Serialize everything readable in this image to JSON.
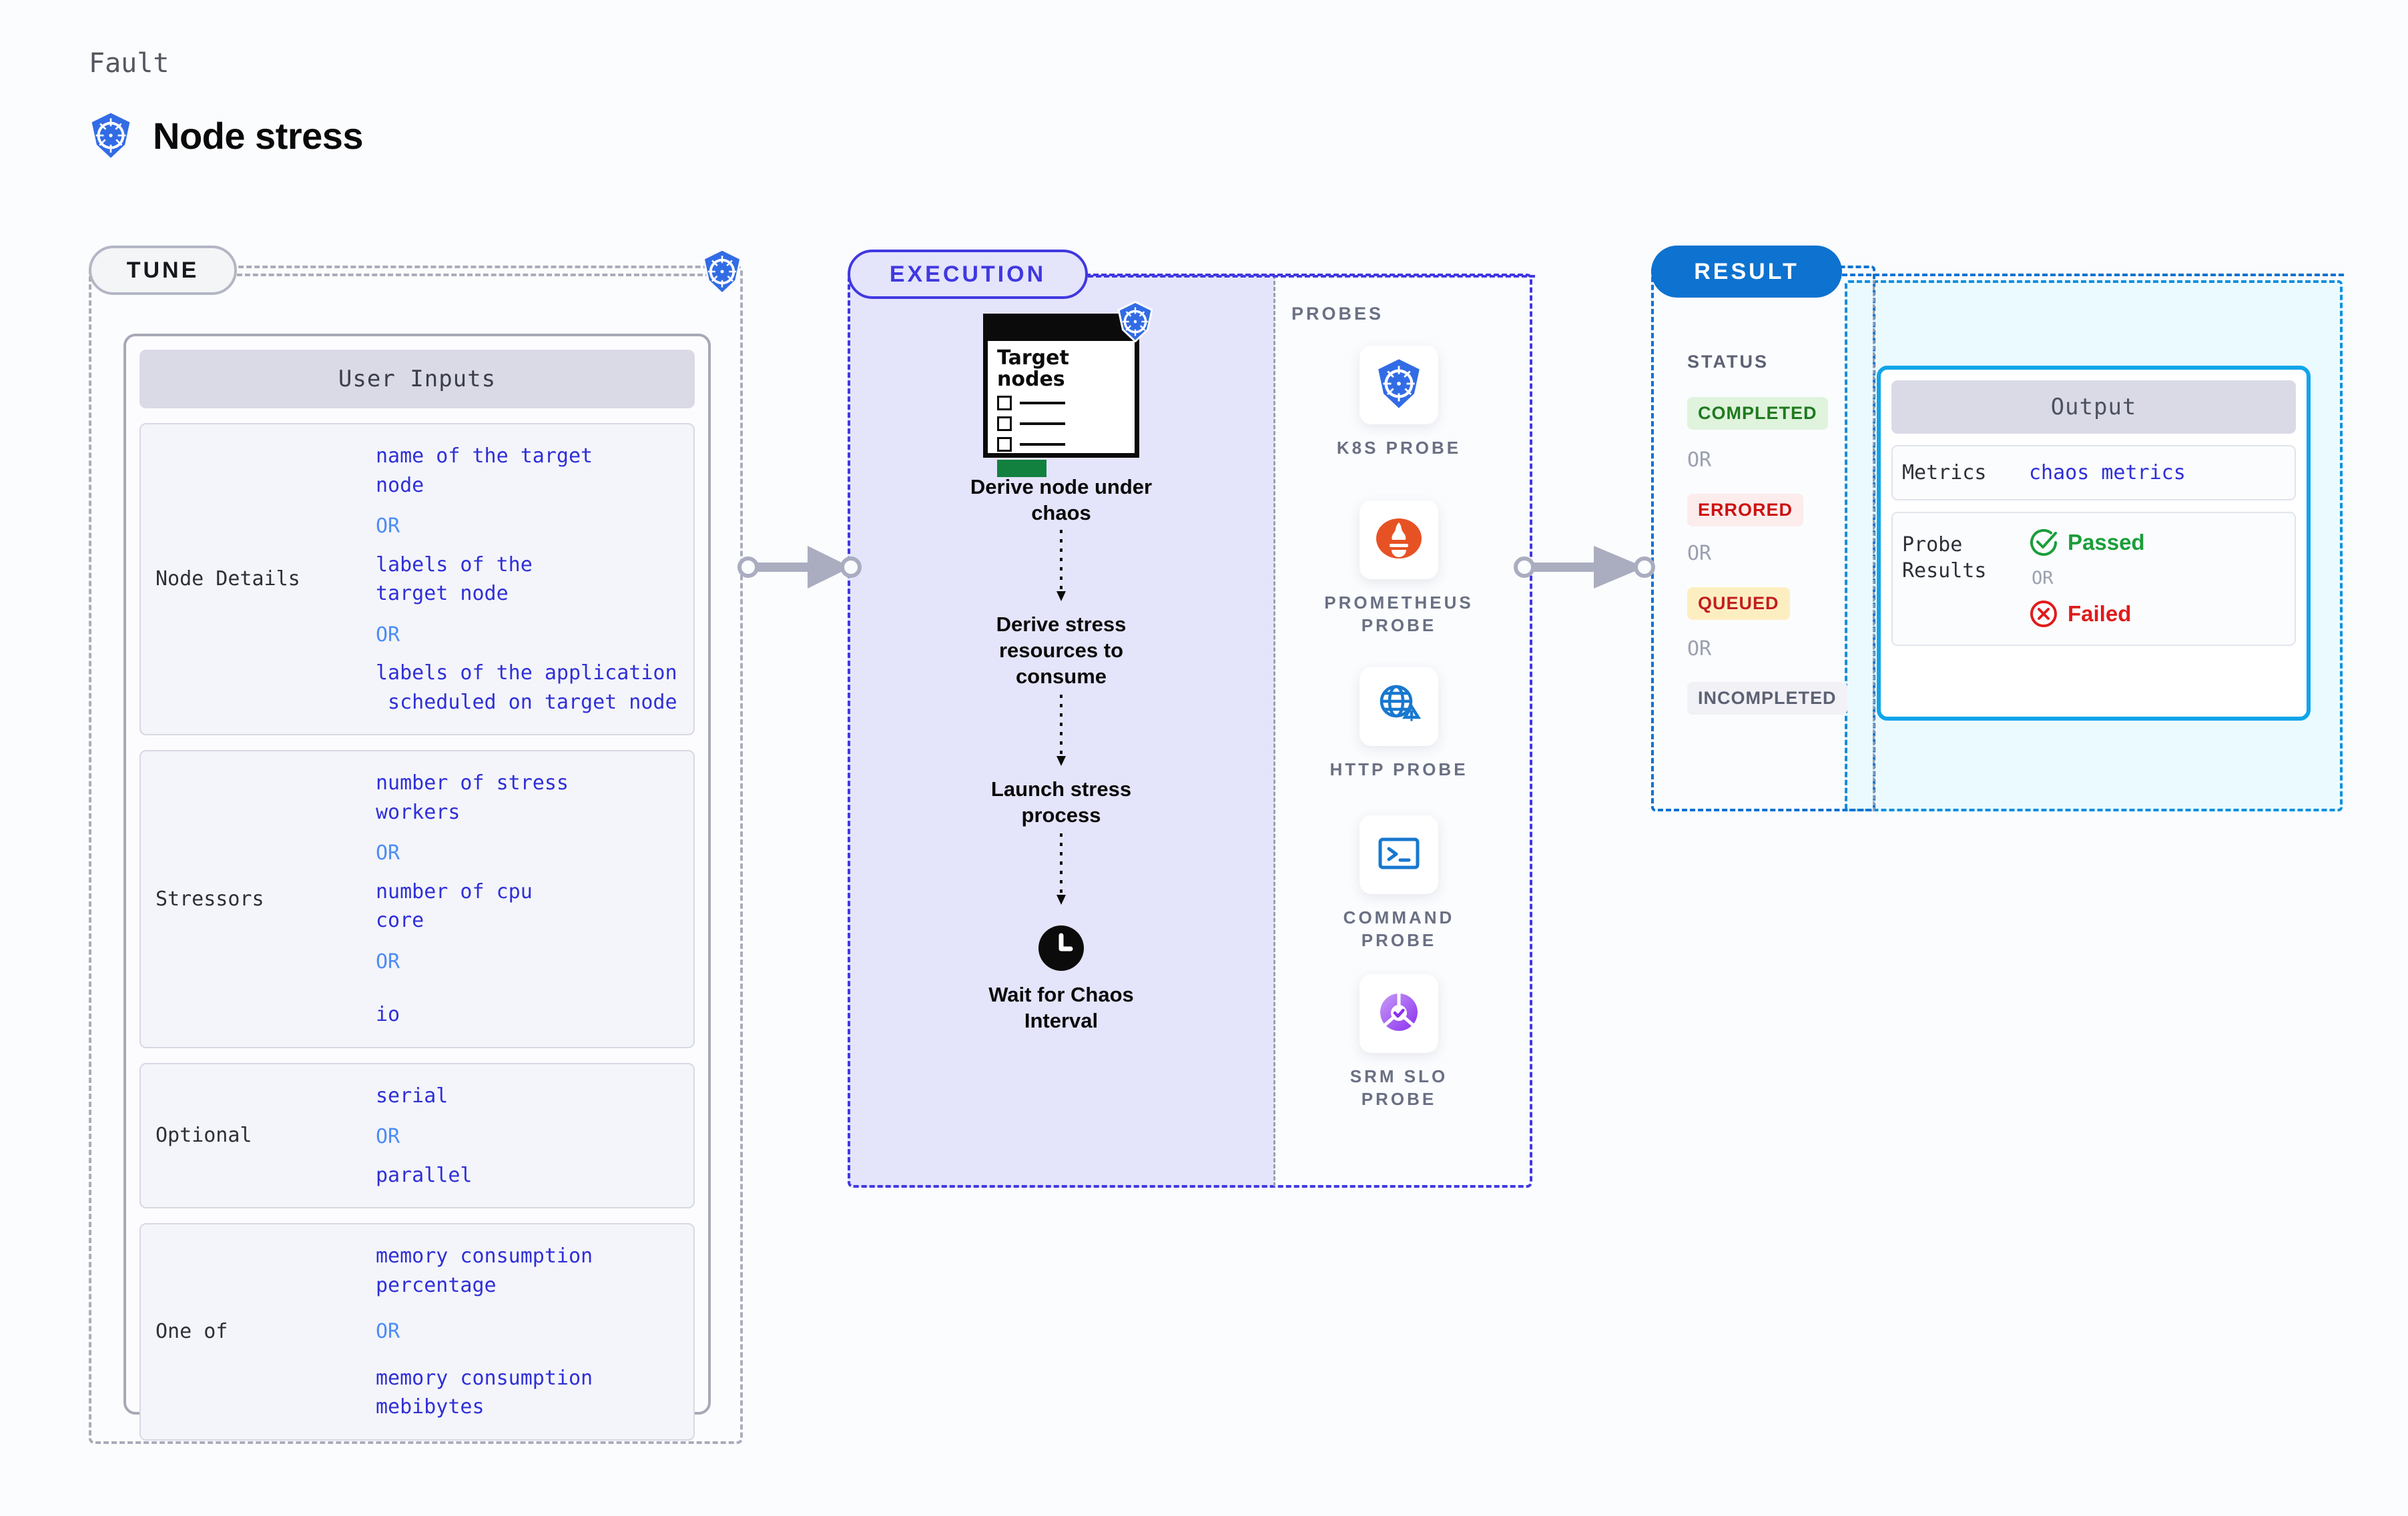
{
  "header": {
    "fault_label": "Fault",
    "fault_title": "Node stress",
    "icon": "kubernetes-icon"
  },
  "colors": {
    "tune_accent": "#b3b6c4",
    "execution_accent": "#4038e0",
    "result_accent": "#0d72d0",
    "output_accent": "#0fa5e9",
    "value_blue": "#2f2fd8",
    "or_blue": "#4e8df5",
    "passed_green": "#1a9e3a",
    "failed_red": "#e01b1b"
  },
  "tune": {
    "pill_label": "TUNE",
    "card_header": "User Inputs",
    "groups": [
      {
        "label": "Node Details",
        "values": [
          "name of the target\nnode",
          "labels of the\ntarget node",
          "labels of the application\n scheduled on target node"
        ],
        "separator": "OR"
      },
      {
        "label": "Stressors",
        "values": [
          "number of stress\nworkers",
          "number of cpu\ncore",
          "io"
        ],
        "separator": "OR"
      },
      {
        "label": "Optional",
        "values": [
          "serial",
          "parallel"
        ],
        "separator": "OR"
      },
      {
        "label": "One of",
        "values": [
          "memory consumption\npercentage",
          "memory consumption\nmebibytes"
        ],
        "separator": "OR"
      }
    ]
  },
  "execution": {
    "pill_label": "EXECUTION",
    "target_card": {
      "title": "Target\nnodes",
      "icon": "kubernetes-icon",
      "checkbox_rows": 3,
      "progress_bar_color": "#12803f"
    },
    "steps": [
      {
        "label": "Derive node under\nchaos",
        "icon": "target-nodes-card"
      },
      {
        "label": "Derive stress\nresources to\nconsume",
        "icon": ""
      },
      {
        "label": "Launch stress\nprocess",
        "icon": ""
      },
      {
        "label": "Wait for Chaos\nInterval",
        "icon": "clock-icon"
      }
    ],
    "probes": {
      "title": "PROBES",
      "items": [
        {
          "label": "K8S PROBE",
          "icon": "kubernetes-icon"
        },
        {
          "label": "PROMETHEUS\nPROBE",
          "icon": "prometheus-icon"
        },
        {
          "label": "HTTP PROBE",
          "icon": "globe-warning-icon"
        },
        {
          "label": "COMMAND\nPROBE",
          "icon": "terminal-icon"
        },
        {
          "label": "SRM SLO\nPROBE",
          "icon": "srm-slo-icon"
        }
      ]
    }
  },
  "result": {
    "pill_label": "RESULT",
    "status_title": "STATUS",
    "separator": "OR",
    "statuses": [
      {
        "label": "COMPLETED",
        "bg": "#dff3dd",
        "fg": "#1f7a1f"
      },
      {
        "label": "ERRORED",
        "bg": "#fcecec",
        "fg": "#cc1111"
      },
      {
        "label": "QUEUED",
        "bg": "#fdeec2",
        "fg": "#c21f1f"
      },
      {
        "label": "INCOMPLETED",
        "bg": "#f1f1f6",
        "fg": "#5c6173"
      }
    ],
    "output": {
      "header": "Output",
      "rows": [
        {
          "label": "Metrics",
          "value": "chaos metrics"
        }
      ],
      "probe_results": {
        "label": "Probe\nResults",
        "separator": "OR",
        "passed": {
          "text": "Passed",
          "icon": "check-circle-icon"
        },
        "failed": {
          "text": "Failed",
          "icon": "x-circle-icon"
        }
      }
    }
  }
}
